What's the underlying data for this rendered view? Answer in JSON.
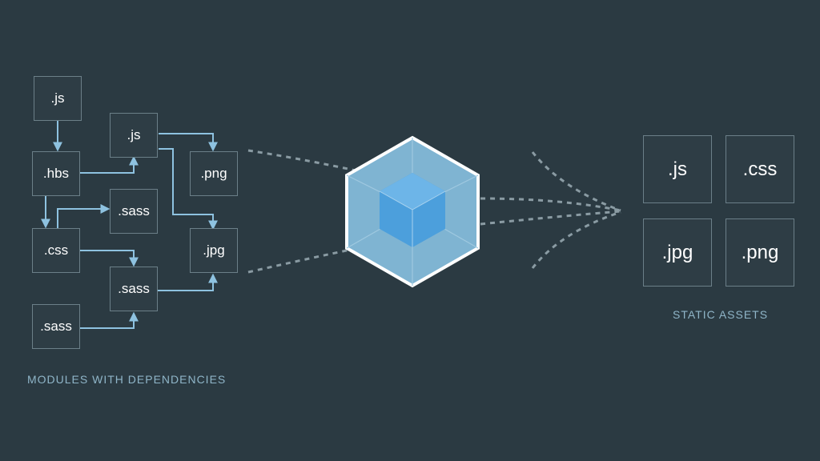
{
  "modules": {
    "js_top": ".js",
    "hbs": ".hbs",
    "js_mid": ".js",
    "png": ".png",
    "sass_top": ".sass",
    "css": ".css",
    "jpg": ".jpg",
    "sass_mid": ".sass",
    "sass_bottom": ".sass"
  },
  "assets": {
    "js": ".js",
    "css": ".css",
    "jpg": ".jpg",
    "png": ".png"
  },
  "captions": {
    "modules": "MODULES WITH DEPENDENCIES",
    "assets": "STATIC ASSETS"
  },
  "colors": {
    "background": "#2b3a42",
    "box_border": "#6b7f88",
    "arrow": "#8ec2e0",
    "dashed": "#8a9ba3",
    "cube_outer": "#8ed6fb",
    "cube_inner": "#1c78c0",
    "caption": "#8fb5c8"
  }
}
